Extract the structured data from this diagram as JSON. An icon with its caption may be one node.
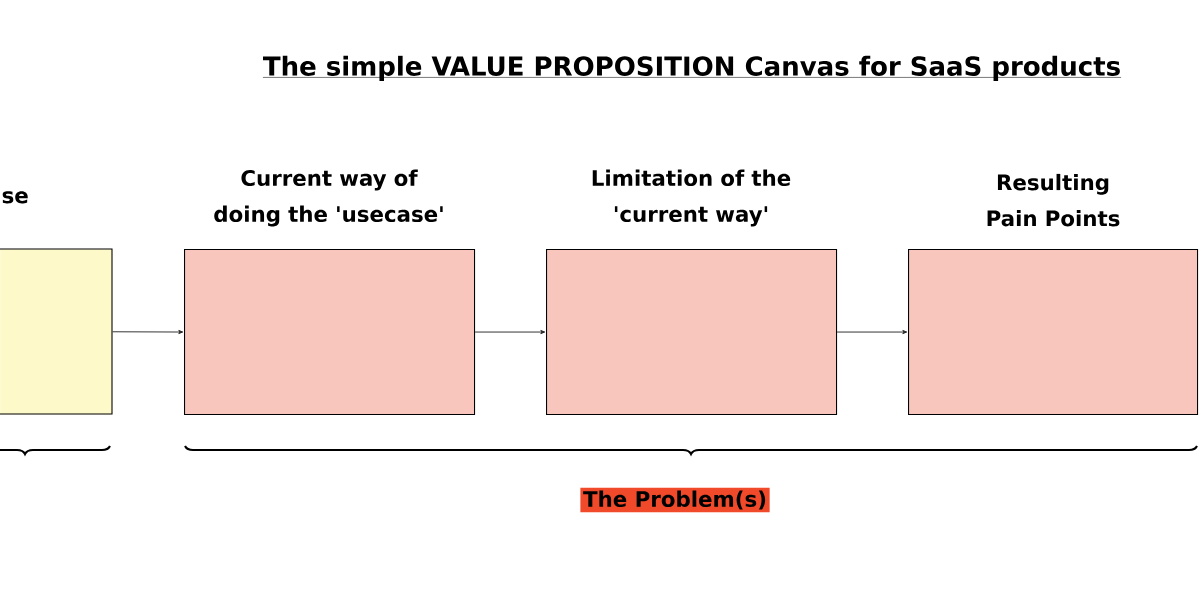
{
  "diagram": {
    "title": "The simple VALUE PROPOSITION Canvas for SaaS products",
    "nodes": [
      {
        "text": [
          "se"
        ]
      },
      {
        "text": [
          "Current way of doing the 'usecase'"
        ]
      },
      {
        "text": [
          "Limitation of the 'current way'"
        ]
      },
      {
        "text": [
          "Resulting Pain Points"
        ]
      }
    ],
    "edges": [
      {
        "from": 0,
        "to": 1,
        "arrow": "to"
      },
      {
        "from": 1,
        "to": 2,
        "arrow": "to"
      },
      {
        "from": 2,
        "to": 3,
        "arrow": "to"
      }
    ],
    "labels": [
      "The Problem(s)"
    ]
  }
}
